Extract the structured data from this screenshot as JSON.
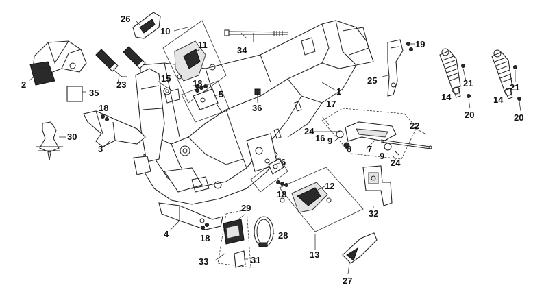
{
  "diagram": {
    "callouts": [
      {
        "id": "1",
        "text": "1"
      },
      {
        "id": "2",
        "text": "2"
      },
      {
        "id": "3",
        "text": "3"
      },
      {
        "id": "4",
        "text": "4"
      },
      {
        "id": "5",
        "text": "5"
      },
      {
        "id": "6",
        "text": "6"
      },
      {
        "id": "7",
        "text": "7"
      },
      {
        "id": "8",
        "text": "8"
      },
      {
        "id": "9a",
        "text": "9"
      },
      {
        "id": "9b",
        "text": "9"
      },
      {
        "id": "10",
        "text": "10"
      },
      {
        "id": "11",
        "text": "11"
      },
      {
        "id": "12",
        "text": "12"
      },
      {
        "id": "13",
        "text": "13"
      },
      {
        "id": "14a",
        "text": "14"
      },
      {
        "id": "14b",
        "text": "14"
      },
      {
        "id": "15",
        "text": "15"
      },
      {
        "id": "16",
        "text": "16"
      },
      {
        "id": "17",
        "text": "17"
      },
      {
        "id": "18a",
        "text": "18"
      },
      {
        "id": "18b",
        "text": "18"
      },
      {
        "id": "18c",
        "text": "18"
      },
      {
        "id": "18d",
        "text": "18"
      },
      {
        "id": "19",
        "text": "19"
      },
      {
        "id": "20a",
        "text": "20"
      },
      {
        "id": "20b",
        "text": "20"
      },
      {
        "id": "21a",
        "text": "21"
      },
      {
        "id": "21b",
        "text": "21"
      },
      {
        "id": "22",
        "text": "22"
      },
      {
        "id": "23",
        "text": "23"
      },
      {
        "id": "24a",
        "text": "24"
      },
      {
        "id": "24b",
        "text": "24"
      },
      {
        "id": "25",
        "text": "25"
      },
      {
        "id": "26",
        "text": "26"
      },
      {
        "id": "27",
        "text": "27"
      },
      {
        "id": "28",
        "text": "28"
      },
      {
        "id": "29",
        "text": "29"
      },
      {
        "id": "30",
        "text": "30"
      },
      {
        "id": "31",
        "text": "31"
      },
      {
        "id": "32",
        "text": "32"
      },
      {
        "id": "33",
        "text": "33"
      },
      {
        "id": "34",
        "text": "34"
      },
      {
        "id": "35",
        "text": "35"
      },
      {
        "id": "36",
        "text": "36"
      }
    ]
  }
}
